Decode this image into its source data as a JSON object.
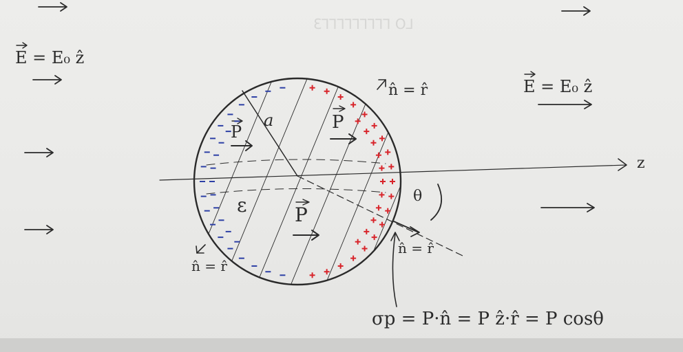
{
  "labels": {
    "field_left": "E = E₀ ẑ",
    "field_right": "E = E₀ ẑ",
    "radius": "a",
    "permittivity": "ε",
    "polarization": "P",
    "angle": "θ",
    "axis": "z",
    "normal_top": "n̂ = r̂",
    "normal_right": "n̂ = r̂",
    "normal_bottom_left": "n̂ = r̂",
    "surface_charge": "σp = P·n̂ = P ẑ·r̂ = P cosθ"
  },
  "colors": {
    "ink": "#2a2a2a",
    "positive_charge": "#d8242a",
    "negative_charge": "#2c3fa5",
    "paper": "#ececea"
  }
}
